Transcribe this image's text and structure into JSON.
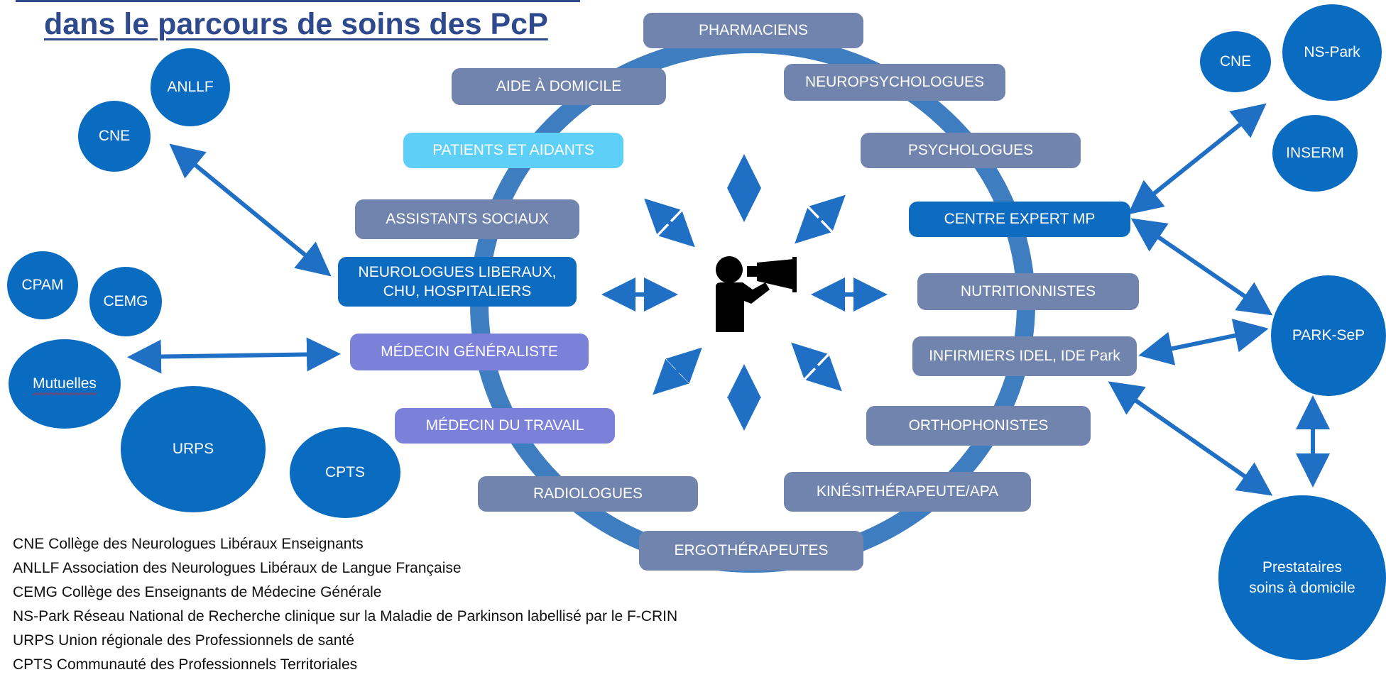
{
  "title": {
    "line1": "dans le parcours de soins des PcP"
  },
  "ring_labels": {
    "pharmaciens": "PHARMACIENS",
    "aide_domicile": "AIDE À DOMICILE",
    "neuropsychologues": "NEUROPSYCHOLOGUES",
    "patients_aidants": "PATIENTS ET AIDANTS",
    "psychologues": "PSYCHOLOGUES",
    "assistants_sociaux": "ASSISTANTS SOCIAUX",
    "centre_expert": "CENTRE EXPERT MP",
    "neurologues_l1": "NEUROLOGUES LIBERAUX,",
    "neurologues_l2": "CHU, HOSPITALIERS",
    "nutritionnistes": "NUTRITIONNISTES",
    "medecin_generaliste": "MÉDECIN GÉNÉRALISTE",
    "infirmiers": "INFIRMIERS IDEL, IDE Park",
    "medecin_travail": "MÉDECIN DU TRAVAIL",
    "orthophonistes": "ORTHOPHONISTES",
    "radiologues": "RADIOLOGUES",
    "kinesitherapeute": "KINÉSITHÉRAPEUTE/APA",
    "ergotherapeutes": "ERGOTHÉRAPEUTES"
  },
  "left_circles": {
    "anllf": "ANLLF",
    "cne": "CNE",
    "cpam": "CPAM",
    "cemg": "CEMG",
    "mutuelles": "Mutuelles",
    "urps": "URPS",
    "cpts": "CPTS"
  },
  "right_circles": {
    "cne": "CNE",
    "nspark": "NS-Park",
    "inserm": "INSERM",
    "parksep": "PARK-SeP",
    "prestataires_l1": "Prestataires",
    "prestataires_l2": "soins à domicile"
  },
  "legend": [
    "CNE Collège des Neurologues Libéraux Enseignants",
    "ANLLF Association des Neurologues Libéraux de Langue Française",
    "CEMG Collège des Enseignants de Médecine Générale",
    "NS-Park Réseau National de Recherche clinique sur la Maladie de Parkinson labellisé par le F-CRIN",
    "URPS Union régionale des Professionnels de santé",
    "CPTS  Communauté des Professionnels Territoriales"
  ],
  "colors": {
    "ring": "#3d7dc0",
    "pill_grey": "#7184ad",
    "pill_blue": "#0d6bc0",
    "pill_light": "#5ed0f7",
    "pill_violet": "#7b80d9",
    "circle": "#0a6cc0",
    "arrow": "#1f6fc4",
    "title": "#2e4a8c"
  },
  "icons": {
    "center": "person-megaphone-icon"
  }
}
